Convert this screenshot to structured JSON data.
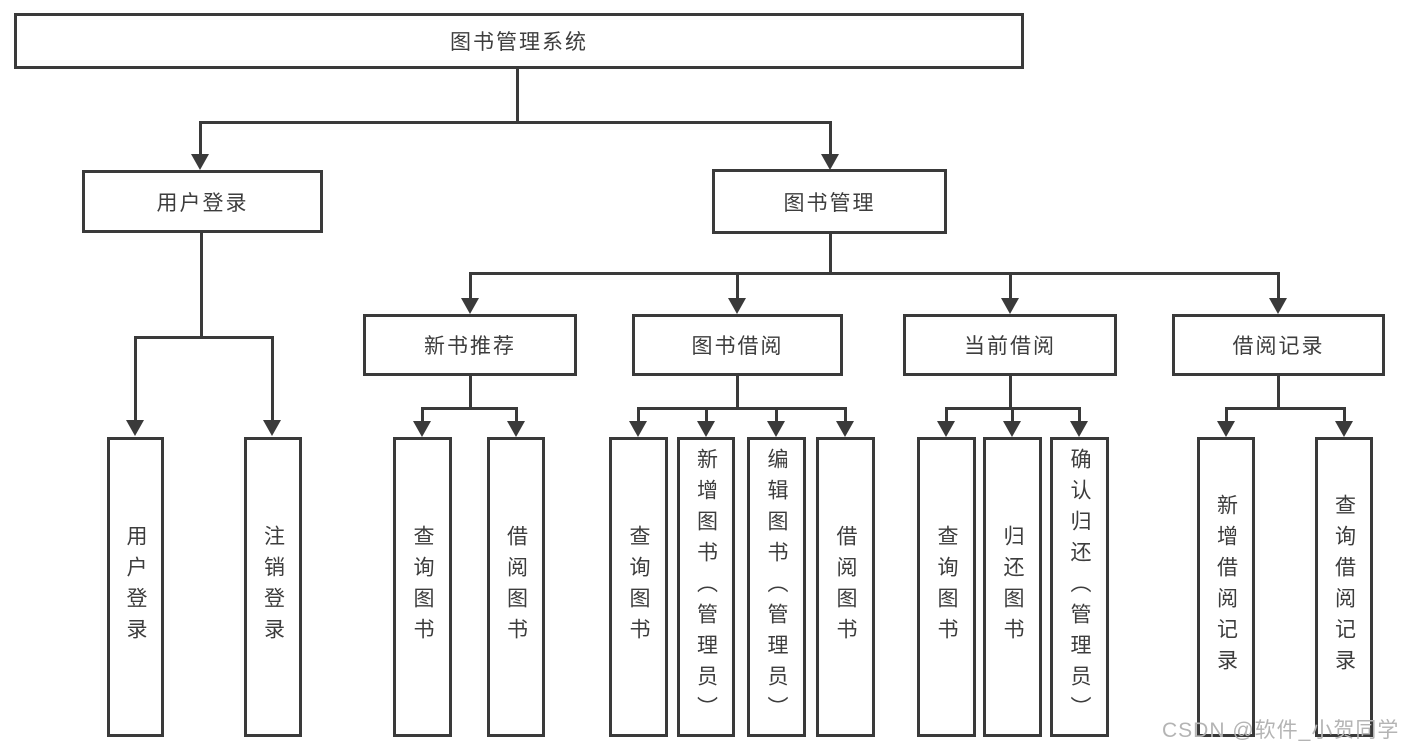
{
  "colors": {
    "line": "#3a3a3a",
    "text": "#3d3d3d",
    "watermark": "#b4b4b4"
  },
  "watermark": "CSDN @软件_小贺同学",
  "nodes": {
    "root": "图书管理系统",
    "user_login": "用户登录",
    "book_mgmt": "图书管理",
    "new_book": "新书推荐",
    "book_borrow": "图书借阅",
    "current_borrow": "当前借阅",
    "borrow_records": "借阅记录"
  },
  "leaves": {
    "user": [
      "用户登录",
      "注销登录"
    ],
    "new_book": [
      "查询图书",
      "借阅图书"
    ],
    "borrow": [
      "查询图书",
      "新增图书（管理员）",
      "编辑图书（管理员）",
      "借阅图书"
    ],
    "current": [
      "查询图书",
      "归还图书",
      "确认归还（管理员）"
    ],
    "records": [
      "新增借阅记录",
      "查询借阅记录"
    ]
  }
}
